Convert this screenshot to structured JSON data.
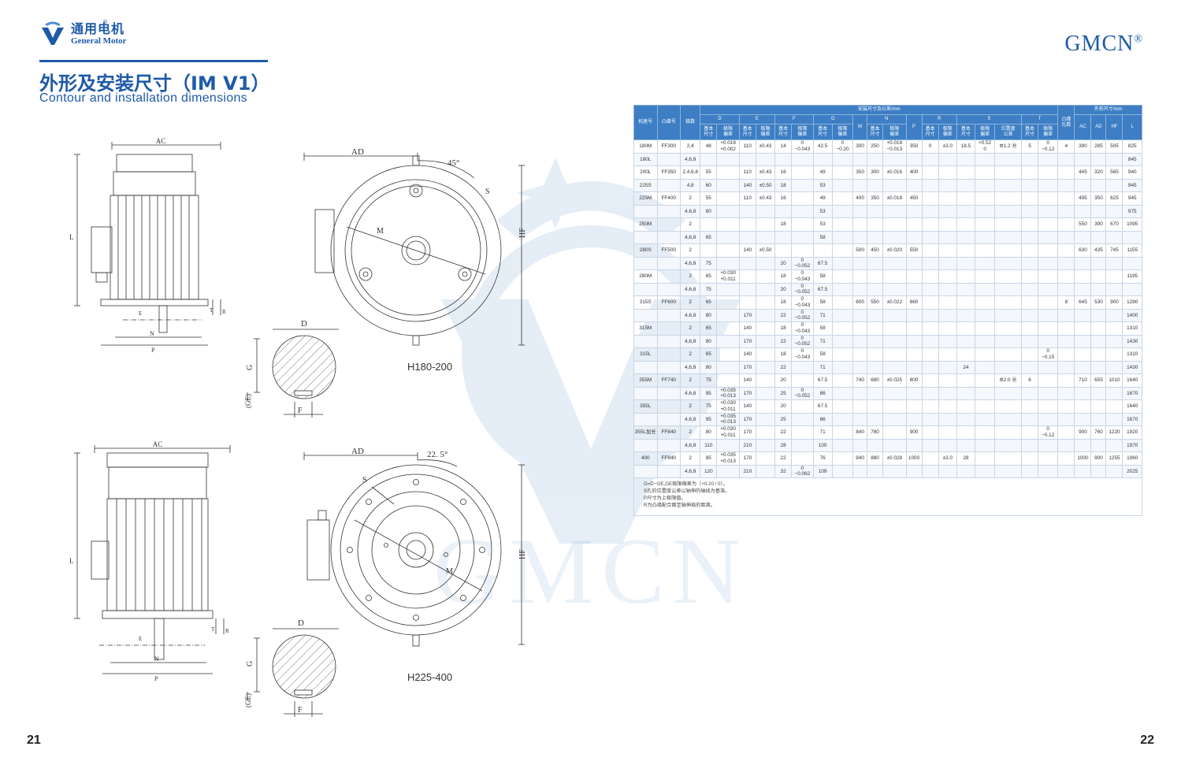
{
  "header": {
    "logo_cn": "通用电机",
    "logo_en": "General Motor",
    "logo_reg": "®",
    "title_cn": "外形及安装尺寸（IM V1）",
    "title_en": "Contour and installation dimensions",
    "brand": "GMCN",
    "brand_reg": "®",
    "brand_color": "#1e5aa8"
  },
  "pages": {
    "left": "21",
    "right": "22"
  },
  "drawings": {
    "top": {
      "caption": "H180-200",
      "side_labels": {
        "ac": "AC",
        "l": "L",
        "n": "N",
        "p": "P",
        "e": "E",
        "t": "T",
        "r": "R"
      },
      "front_labels": {
        "ad": "AD",
        "angle": "45°",
        "s": "S",
        "m": "M",
        "hf": "HF"
      },
      "shaft_labels": {
        "d": "D",
        "g": "G",
        "ge": "(GE)",
        "f": "F"
      }
    },
    "bottom": {
      "caption": "H225-400",
      "side_labels": {
        "ac": "AC",
        "l": "L",
        "n": "N",
        "p": "P",
        "e": "E",
        "t": "T",
        "r": "R"
      },
      "front_labels": {
        "ad": "AD",
        "angle": "22. 5°",
        "s": "S",
        "m": "M",
        "hf": "HF"
      },
      "shaft_labels": {
        "d": "D",
        "g": "G",
        "ge": "(GE)",
        "f": "F"
      }
    }
  },
  "table": {
    "h_frame": "机座号",
    "h_flange": "凸缘号",
    "h_poles": "极数",
    "h_install": "安装尺寸及公差/mm",
    "h_outline": "外形尺寸/mm",
    "h_holes": "凸缘\n孔数",
    "g_d": "D",
    "g_e": "E",
    "g_f": "F",
    "g_g": "G",
    "g_m": "M",
    "g_n": "N",
    "g_p": "P",
    "g_r": "R",
    "g_s": "S",
    "g_t": "T",
    "g_ac": "AC",
    "g_ad": "AD",
    "g_hf": "HF",
    "g_l": "L",
    "sub_basic": "基本\n尺寸",
    "sub_dev": "极限\n偏差",
    "sub_pos": "位置度\n公差",
    "rows": [
      [
        "180M",
        "FF300",
        "2,4",
        "48",
        "+0.018\n+0.002",
        "110",
        "±0.43",
        "14",
        "0\n−0.043",
        "42.5",
        "0\n−0.20",
        "300",
        "250",
        "+0.016\n−0.013",
        "350",
        "0",
        "±3.0",
        "18.5",
        "+0.52\n0",
        "Φ1.2 Ⓜ",
        "5",
        "0\n−0.12",
        "4",
        "390",
        "285",
        "505",
        "825"
      ],
      [
        "180L",
        "",
        "4,6,8",
        "",
        "",
        "",
        "",
        "",
        "",
        "",
        "",
        "",
        "",
        "",
        "",
        "",
        "",
        "",
        "",
        "",
        "",
        "",
        "",
        "",
        "",
        "",
        "845"
      ],
      [
        "200L",
        "FF350",
        "2,4,6,8",
        "55",
        "",
        "110",
        "±0.43",
        "16",
        "",
        "49",
        "",
        "350",
        "300",
        "±0.016",
        "400",
        "",
        "",
        "",
        "",
        "",
        "",
        "",
        "",
        "445",
        "320",
        "565",
        "940"
      ],
      [
        "225S",
        "",
        "4,8",
        "60",
        "",
        "140",
        "±0.50",
        "18",
        "",
        "53",
        "",
        "",
        "",
        "",
        "",
        "",
        "",
        "",
        "",
        "",
        "",
        "",
        "",
        "",
        "",
        "",
        "945"
      ],
      [
        "225M",
        "FF400",
        "2",
        "55",
        "",
        "110",
        "±0.43",
        "16",
        "",
        "49",
        "",
        "400",
        "350",
        "±0.018",
        "450",
        "",
        "",
        "",
        "",
        "",
        "",
        "",
        "",
        "495",
        "350",
        "625",
        "945"
      ],
      [
        "",
        "",
        "4,6,8",
        "60",
        "",
        "",
        "",
        "",
        "",
        "53",
        "",
        "",
        "",
        "",
        "",
        "",
        "",
        "",
        "",
        "",
        "",
        "",
        "",
        "",
        "",
        "",
        "975"
      ],
      [
        "250M",
        "",
        "2",
        "",
        "",
        "",
        "",
        "18",
        "",
        "53",
        "",
        "",
        "",
        "",
        "",
        "",
        "",
        "",
        "",
        "",
        "",
        "",
        "",
        "550",
        "390",
        "670",
        "1095"
      ],
      [
        "",
        "",
        "4,6,8",
        "65",
        "",
        "",
        "",
        "",
        "",
        "58",
        "",
        "",
        "",
        "",
        "",
        "",
        "",
        "",
        "",
        "",
        "",
        "",
        "",
        "",
        "",
        "",
        ""
      ],
      [
        "280S",
        "FF500",
        "2",
        "",
        "",
        "140",
        "±0.50",
        "",
        "",
        "",
        "",
        "500",
        "450",
        "±0.020",
        "550",
        "",
        "",
        "",
        "",
        "",
        "",
        "",
        "",
        "630",
        "435",
        "745",
        "1155"
      ],
      [
        "",
        "",
        "4,6,8",
        "75",
        "",
        "",
        "",
        "20",
        "0\n−0.052",
        "67.5",
        "",
        "",
        "",
        "",
        "",
        "",
        "",
        "",
        "",
        "",
        "",
        "",
        "",
        "",
        "",
        "",
        ""
      ],
      [
        "280M",
        "",
        "2",
        "65",
        "+0.030\n+0.011",
        "",
        "",
        "18",
        "0\n−0.043",
        "58",
        "",
        "",
        "",
        "",
        "",
        "",
        "",
        "",
        "",
        "",
        "",
        "",
        "",
        "",
        "",
        "",
        "1195"
      ],
      [
        "",
        "",
        "4,6,8",
        "75",
        "",
        "",
        "",
        "20",
        "0\n−0.052",
        "67.5",
        "",
        "",
        "",
        "",
        "",
        "",
        "",
        "",
        "",
        "",
        "",
        "",
        "",
        "",
        "",
        "",
        ""
      ],
      [
        "315S",
        "FF600",
        "2",
        "65",
        "",
        "",
        "",
        "18",
        "0\n−0.043",
        "58",
        "",
        "600",
        "550",
        "±0.022",
        "660",
        "",
        "",
        "",
        "",
        "",
        "",
        "",
        "8",
        "645",
        "530",
        "900",
        "1280"
      ],
      [
        "",
        "",
        "4,6,8",
        "80",
        "",
        "170",
        "",
        "22",
        "0\n−0.052",
        "71",
        "",
        "",
        "",
        "",
        "",
        "",
        "",
        "",
        "",
        "",
        "",
        "",
        "",
        "",
        "",
        "",
        "1400"
      ],
      [
        "315M",
        "",
        "2",
        "65",
        "",
        "140",
        "",
        "18",
        "0\n−0.043",
        "58",
        "",
        "",
        "",
        "",
        "",
        "",
        "",
        "",
        "",
        "",
        "",
        "",
        "",
        "",
        "",
        "",
        "1310"
      ],
      [
        "",
        "",
        "4,6,8",
        "80",
        "",
        "170",
        "",
        "22",
        "0\n−0.052",
        "71",
        "",
        "",
        "",
        "",
        "",
        "",
        "",
        "",
        "",
        "",
        "",
        "",
        "",
        "",
        "",
        "",
        "1430"
      ],
      [
        "315L",
        "",
        "2",
        "65",
        "",
        "140",
        "",
        "18",
        "0\n−0.043",
        "58",
        "",
        "",
        "",
        "",
        "",
        "",
        "",
        "",
        "",
        "",
        "",
        "0\n−0.15",
        "",
        "",
        "",
        "",
        "1310"
      ],
      [
        "",
        "",
        "4,6,8",
        "80",
        "",
        "170",
        "",
        "22",
        "",
        "71",
        "",
        "",
        "",
        "",
        "",
        "",
        "",
        "24",
        "",
        "",
        "",
        "",
        "",
        "",
        "",
        "",
        "1430"
      ],
      [
        "355M",
        "FF740",
        "2",
        "75",
        "",
        "140",
        "",
        "20",
        "",
        "67.5",
        "",
        "740",
        "680",
        "±0.025",
        "800",
        "",
        "",
        "",
        "",
        "Φ2.0 Ⓜ",
        "6",
        "",
        "",
        "710",
        "655",
        "1010",
        "1640"
      ],
      [
        "",
        "",
        "4,6,8",
        "95",
        "+0.035\n+0.013",
        "170",
        "",
        "25",
        "0\n−0.052",
        "86",
        "",
        "",
        "",
        "",
        "",
        "",
        "",
        "",
        "",
        "",
        "",
        "",
        "",
        "",
        "",
        "",
        "1670"
      ],
      [
        "355L",
        "",
        "2",
        "75",
        "+0.030\n+0.011",
        "140",
        "",
        "20",
        "",
        "67.5",
        "",
        "",
        "",
        "",
        "",
        "",
        "",
        "",
        "",
        "",
        "",
        "",
        "",
        "",
        "",
        "",
        "1640"
      ],
      [
        "",
        "",
        "4,6,8",
        "95",
        "+0.035\n+0.013",
        "170",
        "",
        "25",
        "",
        "86",
        "",
        "",
        "",
        "",
        "",
        "",
        "",
        "",
        "",
        "",
        "",
        "",
        "",
        "",
        "",
        "",
        "1670"
      ],
      [
        "355L加长",
        "FF840",
        "2",
        "80",
        "+0.030\n+0.011",
        "170",
        "",
        "22",
        "",
        "71",
        "",
        "840",
        "780",
        "",
        "900",
        "",
        "",
        "",
        "",
        "",
        "",
        "0\n−0.12",
        "",
        "900",
        "760",
        "1220",
        "1920"
      ],
      [
        "",
        "",
        "4,6,8",
        "110",
        "",
        "210",
        "",
        "28",
        "",
        "100",
        "",
        "",
        "",
        "",
        "",
        "",
        "",
        "",
        "",
        "",
        "",
        "",
        "",
        "",
        "",
        "",
        "1970"
      ],
      [
        "400",
        "FF940",
        "2",
        "85",
        "+0.035\n+0.013",
        "170",
        "",
        "22",
        "",
        "76",
        "",
        "940",
        "880",
        "±0.028",
        "1000",
        "",
        "±3.0",
        "28",
        "",
        "",
        "",
        "",
        "",
        "1000",
        "900",
        "1255",
        "1960"
      ],
      [
        "",
        "",
        "4,6,8",
        "120",
        "",
        "210",
        "",
        "32",
        "0\n−0.062",
        "109",
        "",
        "",
        "",
        "",
        "",
        "",
        "",
        "",
        "",
        "",
        "",
        "",
        "",
        "",
        "",
        "",
        "2025"
      ]
    ],
    "notes": [
      "G=D−GE,GE极限偏差为（+0.20 / 0）。",
      "S孔的位置度公差以轴伸的轴线为基准。",
      "P尺寸为上极限值。",
      "R为凸缘配合面至轴伸肩的距离。"
    ]
  }
}
